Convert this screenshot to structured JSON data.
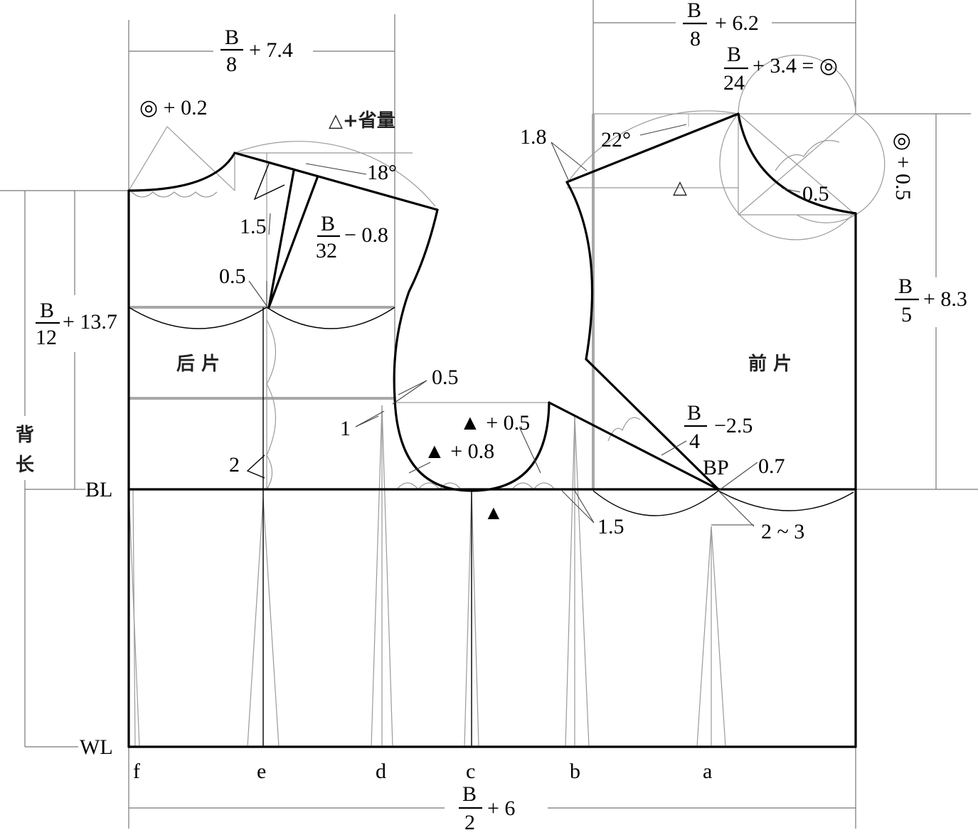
{
  "dimensions": {
    "top_back": {
      "num": "B",
      "den": "8",
      "tail": "+ 7.4"
    },
    "top_front": {
      "num": "B",
      "den": "8",
      "tail": "+ 6.2"
    },
    "front_neck_width": {
      "num": "B",
      "den": "24",
      "tail": "+ 3.4 = ◎"
    },
    "back_neck_width": "◎ + 0.2",
    "back_shoulder": "△+省量",
    "back_angle": "18°",
    "back_dart_offset": "1.5",
    "back_dart": {
      "num": "B",
      "den": "32",
      "tail": "− 0.8"
    },
    "back_dart_tip": "0.5",
    "front_shoulder_drop": "1.8",
    "front_angle": "22°",
    "front_shoulder_mark": "△",
    "front_neck_depth": "◎ + 0.5",
    "front_neck_curve": "0.5",
    "armhole_depth": {
      "num": "B",
      "den": "12",
      "tail": "+ 13.7"
    },
    "front_length": {
      "num": "B",
      "den": "5",
      "tail": "+ 8.3"
    },
    "armhole_back_point": "0.5",
    "armhole_back_curve": "1",
    "armhole_front": "▲ + 0.5",
    "armhole_back": "▲ + 0.8",
    "armhole_mark": "▲",
    "side_offset": "1.5",
    "back_side_dart": "2",
    "bp_distance": {
      "num": "B",
      "den": "4",
      "tail": "−2.5"
    },
    "bp_label": "BP",
    "bp_offset": "0.7",
    "bp_dart": "2 ~ 3",
    "bottom_total": {
      "num": "B",
      "den": "2",
      "tail": "+ 6"
    }
  },
  "labels": {
    "back_length": [
      "背",
      "长"
    ],
    "back_piece": "后  片",
    "front_piece": "前  片",
    "bust_line": "BL",
    "waist_line": "WL"
  },
  "dart_points": [
    "f",
    "e",
    "d",
    "c",
    "b",
    "a"
  ]
}
